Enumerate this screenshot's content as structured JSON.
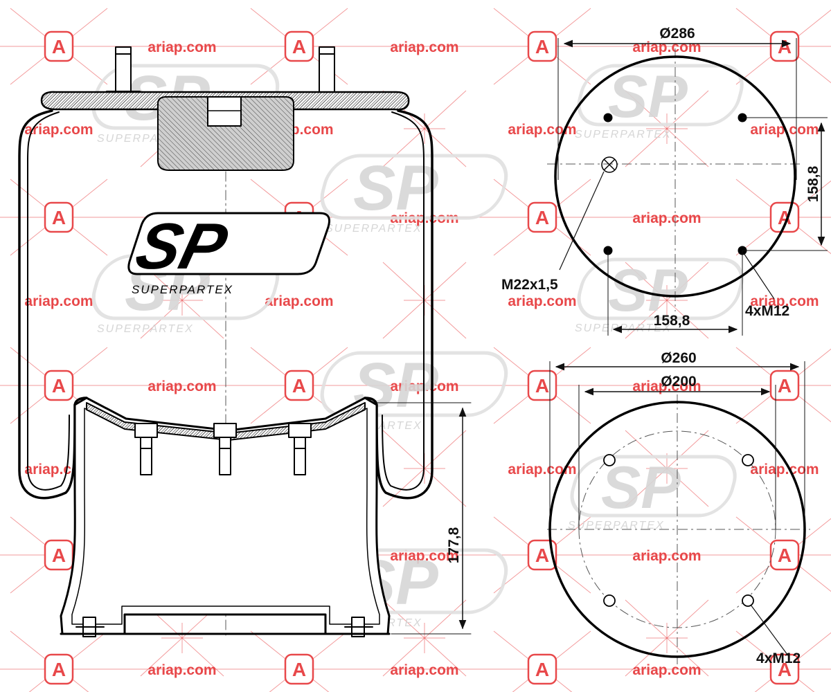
{
  "brand": {
    "logo_mark": "SP",
    "logo_name": "SUPERPARTEX",
    "watermark_text": "ariap.com",
    "watermark_badge": "A",
    "watermark_color": "#e8484a"
  },
  "side_view": {
    "height_dim": "177,8"
  },
  "top_view": {
    "diameter": "Ø286",
    "bolt_spacing_vertical": "158,8",
    "bolt_spacing_horizontal": "158,8",
    "air_fitting": "M22x1,5",
    "bolts": "4xM12"
  },
  "bottom_view": {
    "outer_diameter": "Ø260",
    "bolt_circle": "Ø200",
    "bolts": "4xM12"
  }
}
